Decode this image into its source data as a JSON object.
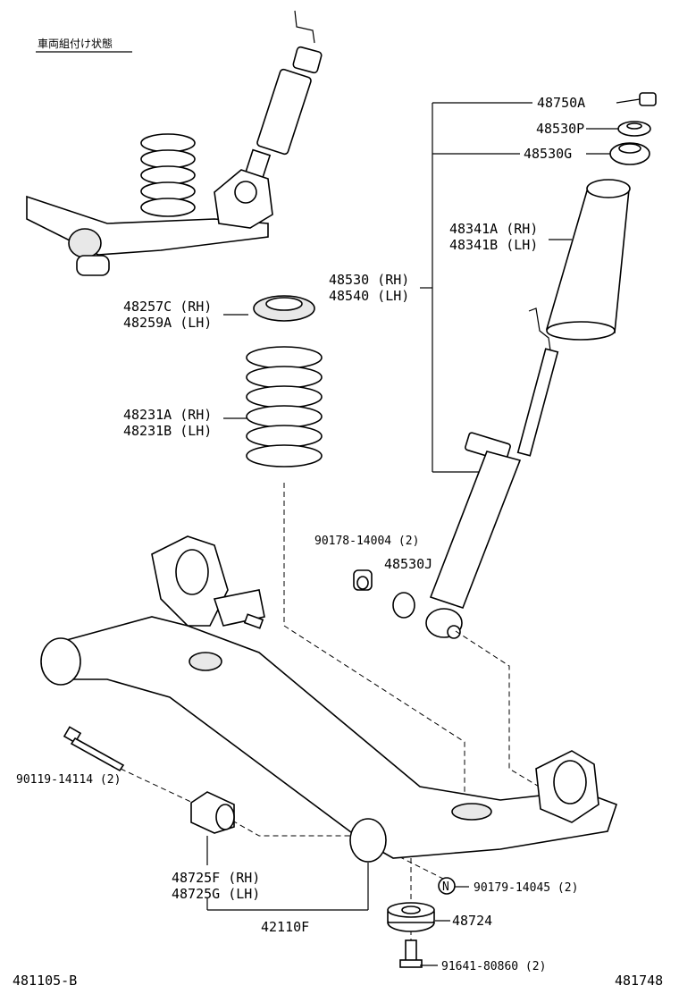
{
  "diagram": {
    "inset_caption": "車両組付け状態",
    "labels": {
      "p48750A": "48750A",
      "p48530P": "48530P",
      "p48530G": "48530G",
      "p48341": [
        "48341A (RH)",
        "48341B (LH)"
      ],
      "p48530": [
        "48530 (RH)",
        "48540 (LH)"
      ],
      "p48257": [
        "48257C (RH)",
        "48259A (LH)"
      ],
      "p48231": [
        "48231A (RH)",
        "48231B (LH)"
      ],
      "p90178": "90178-14004 (2)",
      "p48530J": "48530J",
      "p90119": "90119-14114 (2)",
      "p48725": [
        "48725F (RH)",
        "48725G (LH)"
      ],
      "p42110F": "42110F",
      "p90179": "90179-14045 (2)",
      "p48724": "48724",
      "p91641": "91641-80860 (2)",
      "circle_n": "N"
    },
    "corner_left": "481105-B",
    "corner_right": "481748"
  }
}
